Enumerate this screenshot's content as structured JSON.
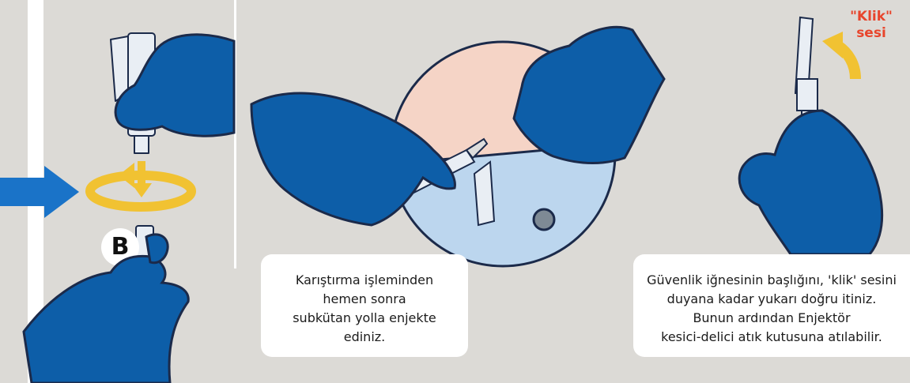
{
  "steps": {
    "left_callout": {
      "lines": [
        "Karıştırma işleminden",
        "hemen sonra",
        "subkütan yolla enjekte",
        "ediniz."
      ]
    },
    "right_callout": {
      "lines": [
        "Güvenlik iğnesinin başlığını, 'klik' sesini",
        "duyana kadar yukarı doğru itiniz.",
        "Bunun ardından Enjektör",
        "kesici-delici atık kutusuna atılabilir."
      ]
    }
  },
  "markers": {
    "b_label": "B",
    "klik_line1": "\"Klik\"",
    "klik_line2": "sesi"
  },
  "colors": {
    "background": "#dcdad6",
    "glove": "#0d5ea8",
    "glove_shade": "#0a4f91",
    "outline": "#1b2a4a",
    "skin": "#f5d4c6",
    "fabric": "#bcd6ee",
    "accent_arrow": "#f1c232",
    "push_arrow": "#1a73c8",
    "klik_text": "#e8452c",
    "callout_bg": "#ffffff"
  },
  "icons": [
    "rotate-arrow-icon",
    "push-arrow-icon",
    "curved-up-arrow-icon"
  ]
}
